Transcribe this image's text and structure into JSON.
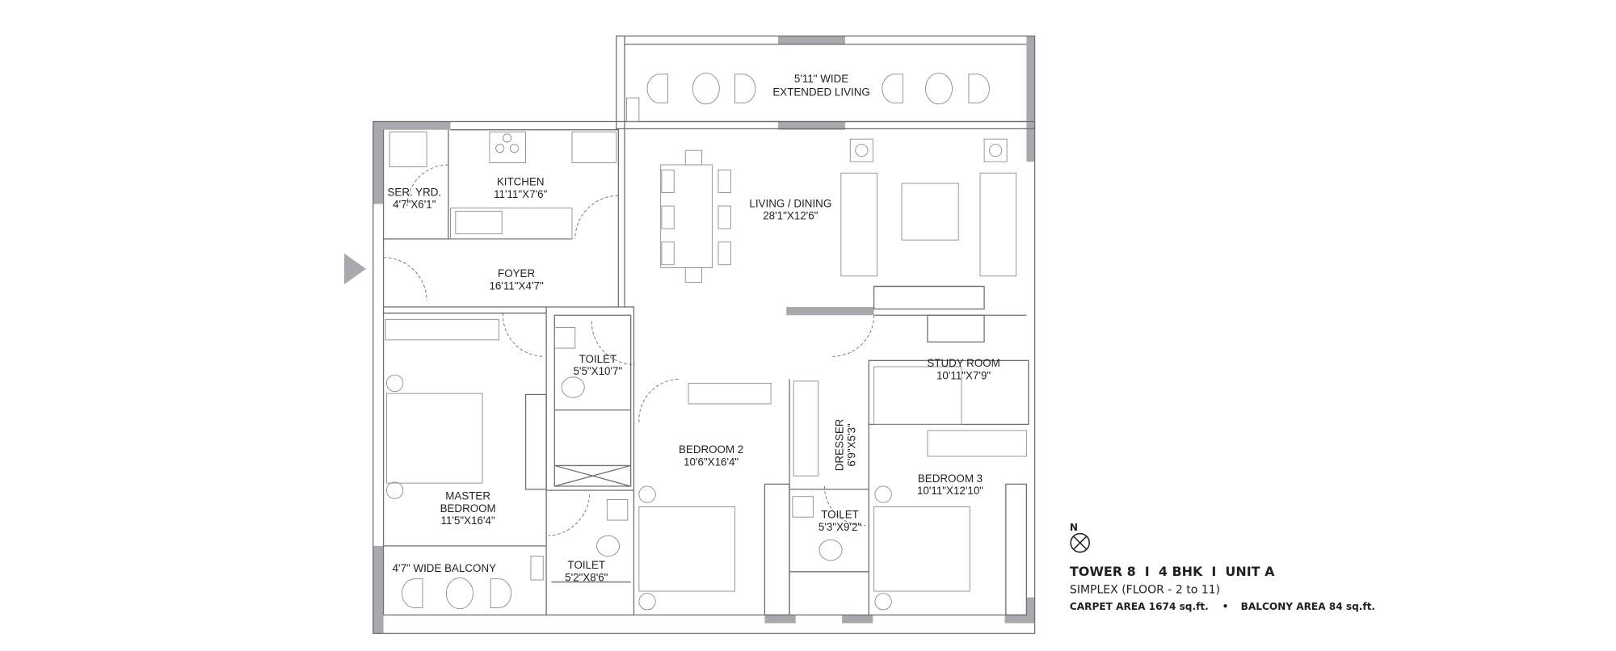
{
  "plan": {
    "rooms": {
      "extended_living": {
        "name": "5'11\" WIDE",
        "name2": "EXTENDED LIVING"
      },
      "kitchen": {
        "name": "KITCHEN",
        "size": "11'11\"X7'6\""
      },
      "service_yard": {
        "name": "SER. YRD.",
        "size": "4'7\"X6'1\""
      },
      "living_dining": {
        "name": "LIVING / DINING",
        "size": "28'1\"X12'6\""
      },
      "foyer": {
        "name": "FOYER",
        "size": "16'11\"X4'7\""
      },
      "toilet_1": {
        "name": "TOILET",
        "size": "5'5\"X10'7\""
      },
      "study_room": {
        "name": "STUDY ROOM",
        "size": "10'11\"X7'9\""
      },
      "bedroom_2": {
        "name": "BEDROOM 2",
        "size": "10'6\"X16'4\""
      },
      "dresser": {
        "name": "DRESSER",
        "size": "6'9\"X5'3\""
      },
      "master_bedroom": {
        "name": "MASTER",
        "name2": "BEDROOM",
        "size": "11'5\"X16'4\""
      },
      "bedroom_3": {
        "name": "BEDROOM 3",
        "size": "10'11\"X12'10\""
      },
      "toilet_2": {
        "name": "TOILET",
        "size": "5'3\"X9'2\""
      },
      "balcony": {
        "name": "4'7\" WIDE BALCONY"
      },
      "toilet_3": {
        "name": "TOILET",
        "size": "5'2\"X8'6\""
      }
    }
  },
  "info": {
    "north": "N",
    "title": "TOWER 8  I  4 BHK  I  UNIT A",
    "subtitle": "SIMPLEX (FLOOR - 2 to 11)",
    "carpet_area": "CARPET AREA 1674 sq.ft.",
    "separator": "•",
    "balcony_area": "BALCONY AREA 84 sq.ft."
  },
  "colors": {
    "wall": "#a7a9ac",
    "line": "#6d6e71",
    "text": "#231f20"
  }
}
